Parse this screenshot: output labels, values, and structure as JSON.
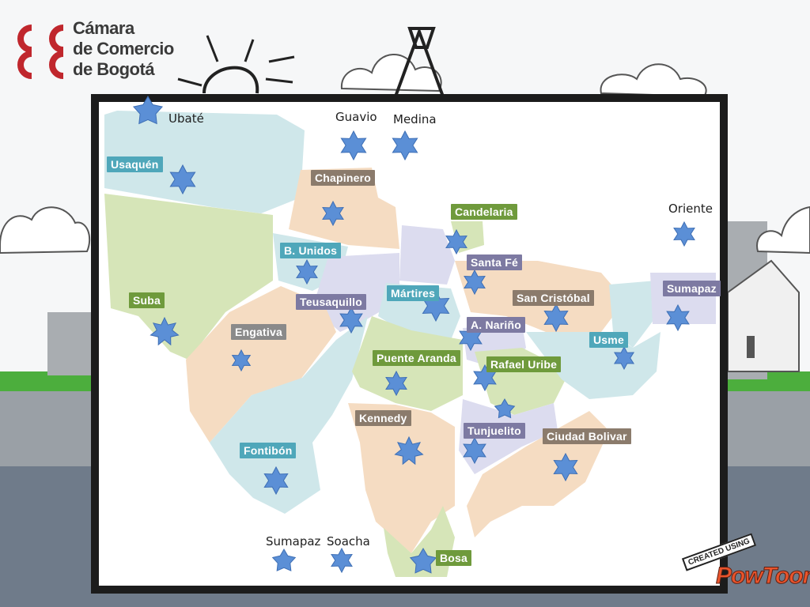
{
  "logo": {
    "lines": [
      "Cámara",
      "de Comercio",
      "de Bogotá"
    ],
    "color": "#c0272d"
  },
  "outside_labels": {
    "ubate": "Ubaté",
    "guavio": "Guavio",
    "medina": "Medina",
    "oriente": "Oriente",
    "sumapaz": "Sumapaz",
    "soacha": "Soacha"
  },
  "localities": {
    "usaquen": "Usaquén",
    "chapinero": "Chapinero",
    "candelaria": "Candelaria",
    "barrios_unidos": "B. Unidos",
    "santa_fe": "Santa Fé",
    "suba": "Suba",
    "teusaquillo": "Teusaquillo",
    "martires": "Mártires",
    "san_cristobal": "San Cristóbal",
    "sumapaz": "Sumapaz",
    "antonio_narino": "A. Nariño",
    "engativa": "Engativa",
    "usme": "Usme",
    "puente_aranda": "Puente Aranda",
    "rafael_uribe": "Rafael Uribe",
    "kennedy": "Kennedy",
    "tunjuelito": "Tunjuelito",
    "ciudad_bolivar": "Ciudad Bolivar",
    "fontibon": "Fontibón",
    "bosa": "Bosa"
  },
  "watermark": {
    "created_using": "CREATED USING",
    "brand": "PowToon"
  },
  "colors": {
    "star": "#5b8fd6",
    "star_stroke": "#3e6fb5",
    "frame": "#1c1c1c",
    "zone_green": "#d6e5b8",
    "zone_peach": "#f5dcc2",
    "zone_teal": "#cfe7ea",
    "zone_lavender": "#dcdcef",
    "road_green": "#4cae3d",
    "road_gray": "#9ea3a8"
  }
}
